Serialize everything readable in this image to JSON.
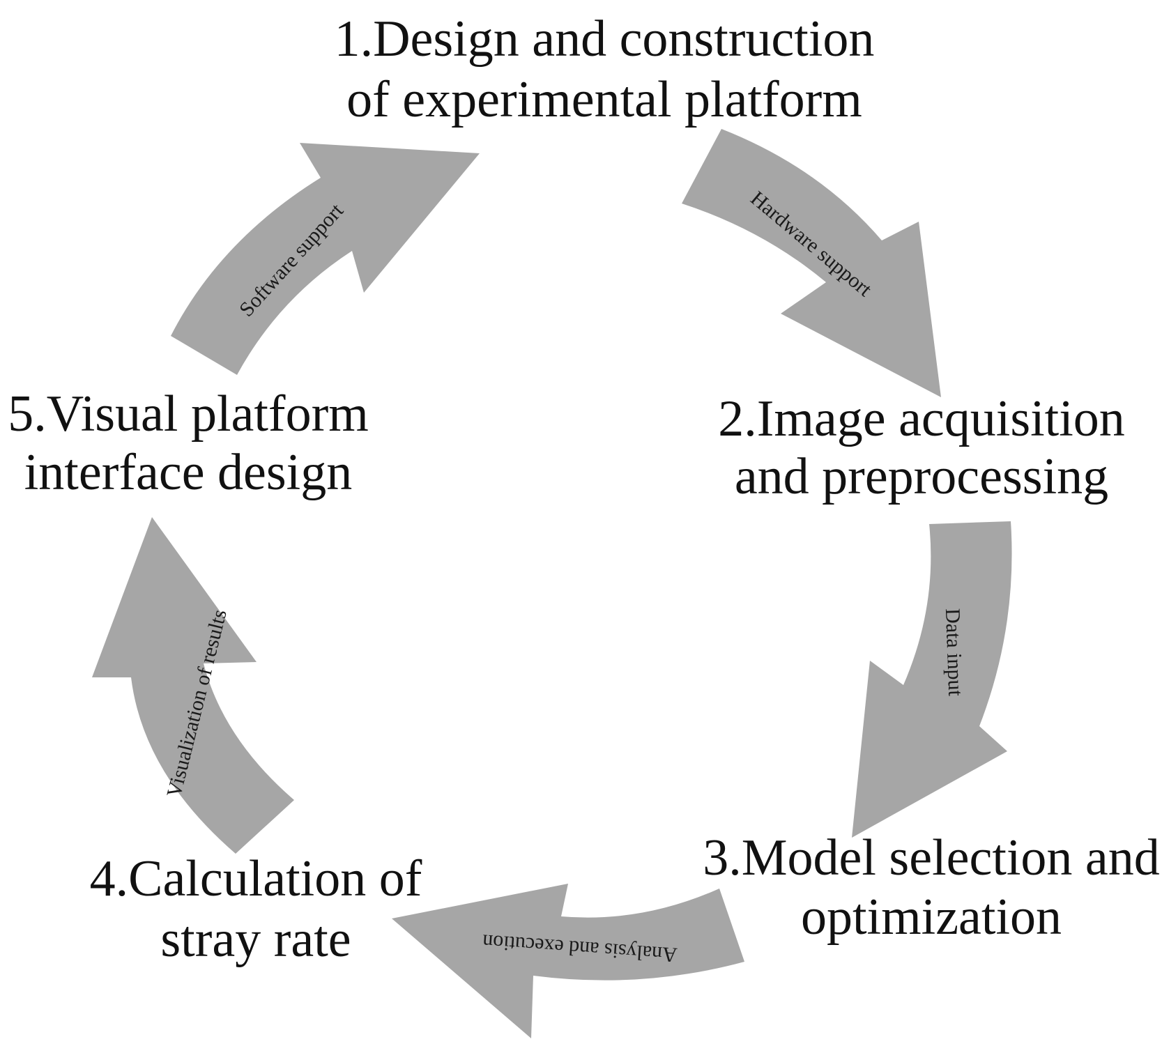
{
  "diagram": {
    "type": "cycle",
    "arrow_color": "#a6a6a6",
    "text_color": "#111111",
    "steps": [
      {
        "lines": [
          "1.Design and construction",
          "of experimental platform"
        ]
      },
      {
        "lines": [
          "2.Image acquisition",
          "and preprocessing"
        ]
      },
      {
        "lines": [
          "3.Model selection and",
          "optimization"
        ]
      },
      {
        "lines": [
          "4.Calculation of",
          "stray rate"
        ]
      },
      {
        "lines": [
          "5.Visual platform",
          "interface design"
        ]
      }
    ],
    "arrows": [
      {
        "from": 1,
        "to": 2,
        "label": "Hardware support"
      },
      {
        "from": 2,
        "to": 3,
        "label": "Data input"
      },
      {
        "from": 3,
        "to": 4,
        "label": "Analysis and execution"
      },
      {
        "from": 4,
        "to": 5,
        "label": "Visualization of results"
      },
      {
        "from": 5,
        "to": 1,
        "label": "Software support"
      }
    ]
  }
}
